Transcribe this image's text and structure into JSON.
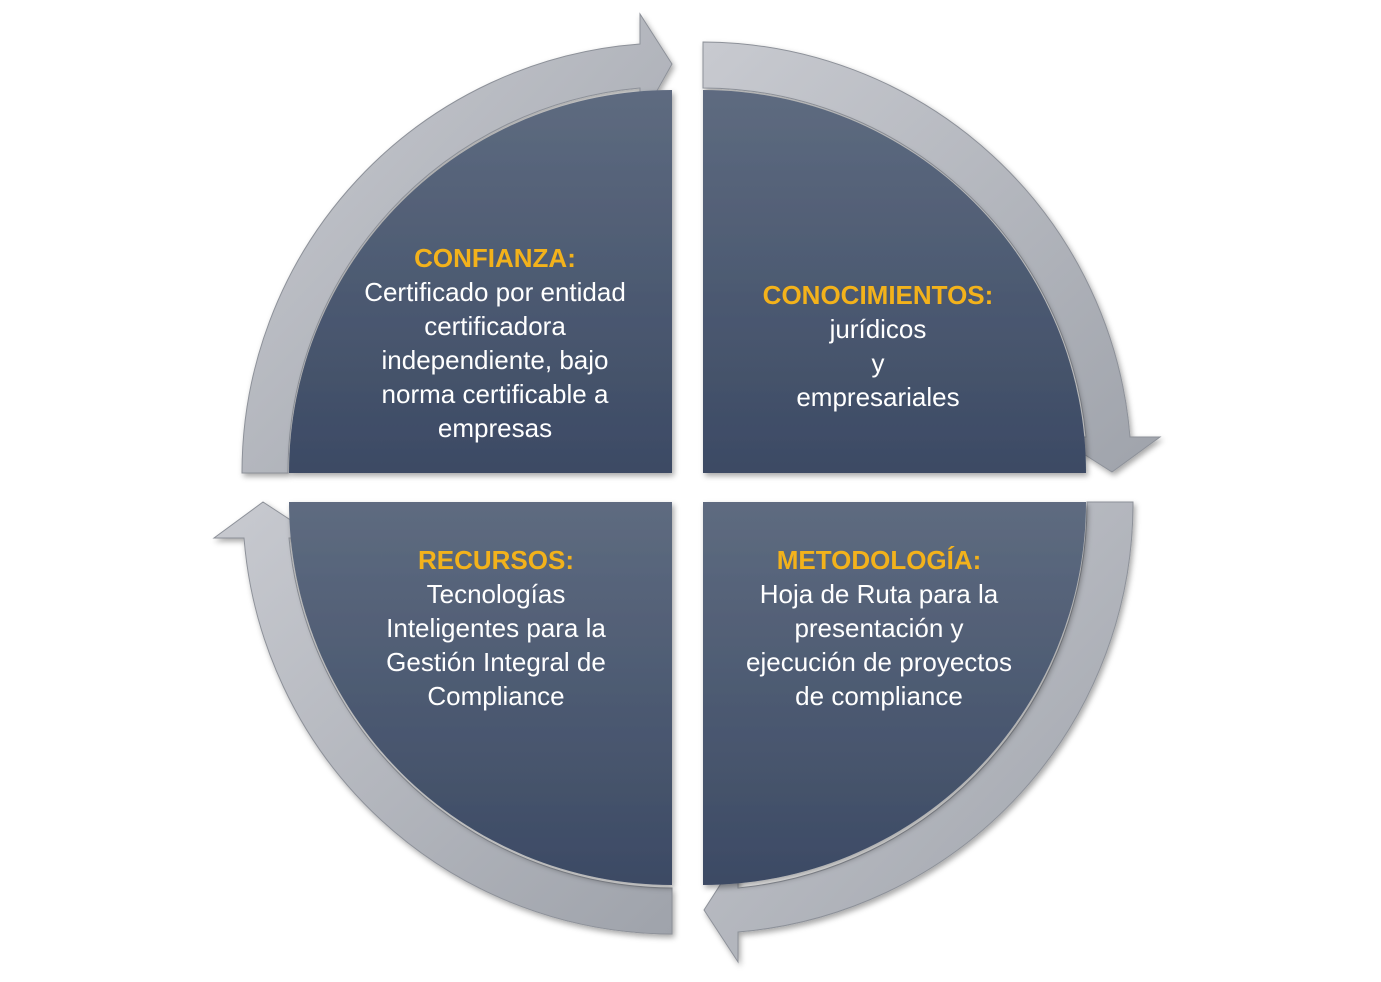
{
  "colors": {
    "quadrant_top": "#5e6b80",
    "quadrant_bottom": "#3c4a64",
    "arrow_light": "#c8cad0",
    "arrow_dark": "#9fa3ab",
    "title_accent": "#f3b21b",
    "body_text": "#ffffff"
  },
  "quadrants": [
    {
      "id": "confianza",
      "title": "CONFIANZA:",
      "lines": [
        "Certificado por entidad",
        "certificadora",
        "independiente,  bajo",
        "norma certificable a",
        "empresas"
      ]
    },
    {
      "id": "conocimientos",
      "title": "CONOCIMIENTOS:",
      "lines": [
        "jurídicos",
        "y",
        "empresariales"
      ]
    },
    {
      "id": "recursos",
      "title": "RECURSOS:",
      "lines": [
        "Tecnologías",
        "Inteligentes para la",
        "Gestión Integral de",
        "Compliance"
      ]
    },
    {
      "id": "metodologia",
      "title": "METODOLOGÍA:",
      "lines": [
        "Hoja de Ruta para la",
        "presentación y",
        "ejecución  de proyectos",
        "de compliance"
      ]
    }
  ]
}
